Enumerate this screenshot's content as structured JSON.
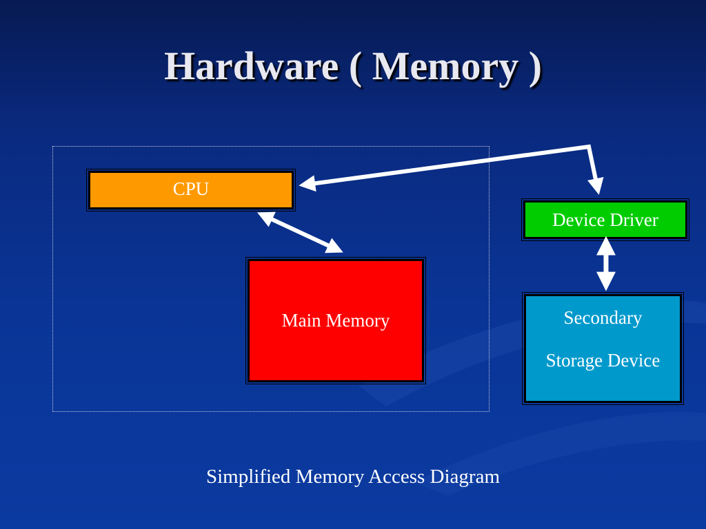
{
  "slide": {
    "title": "Hardware ( Memory )",
    "caption": "Simplified Memory Access Diagram"
  },
  "boxes": {
    "cpu": {
      "label": "CPU",
      "color": "#ff9900"
    },
    "main_memory": {
      "label": "Main Memory",
      "color": "#ff0000"
    },
    "device_driver": {
      "label": "Device Driver",
      "color": "#00cc00"
    },
    "secondary_storage": {
      "line1": "Secondary",
      "line2": "Storage Device",
      "color": "#0099cc"
    }
  },
  "colors": {
    "background": "#0a3597",
    "arrows": "#ffffff"
  }
}
